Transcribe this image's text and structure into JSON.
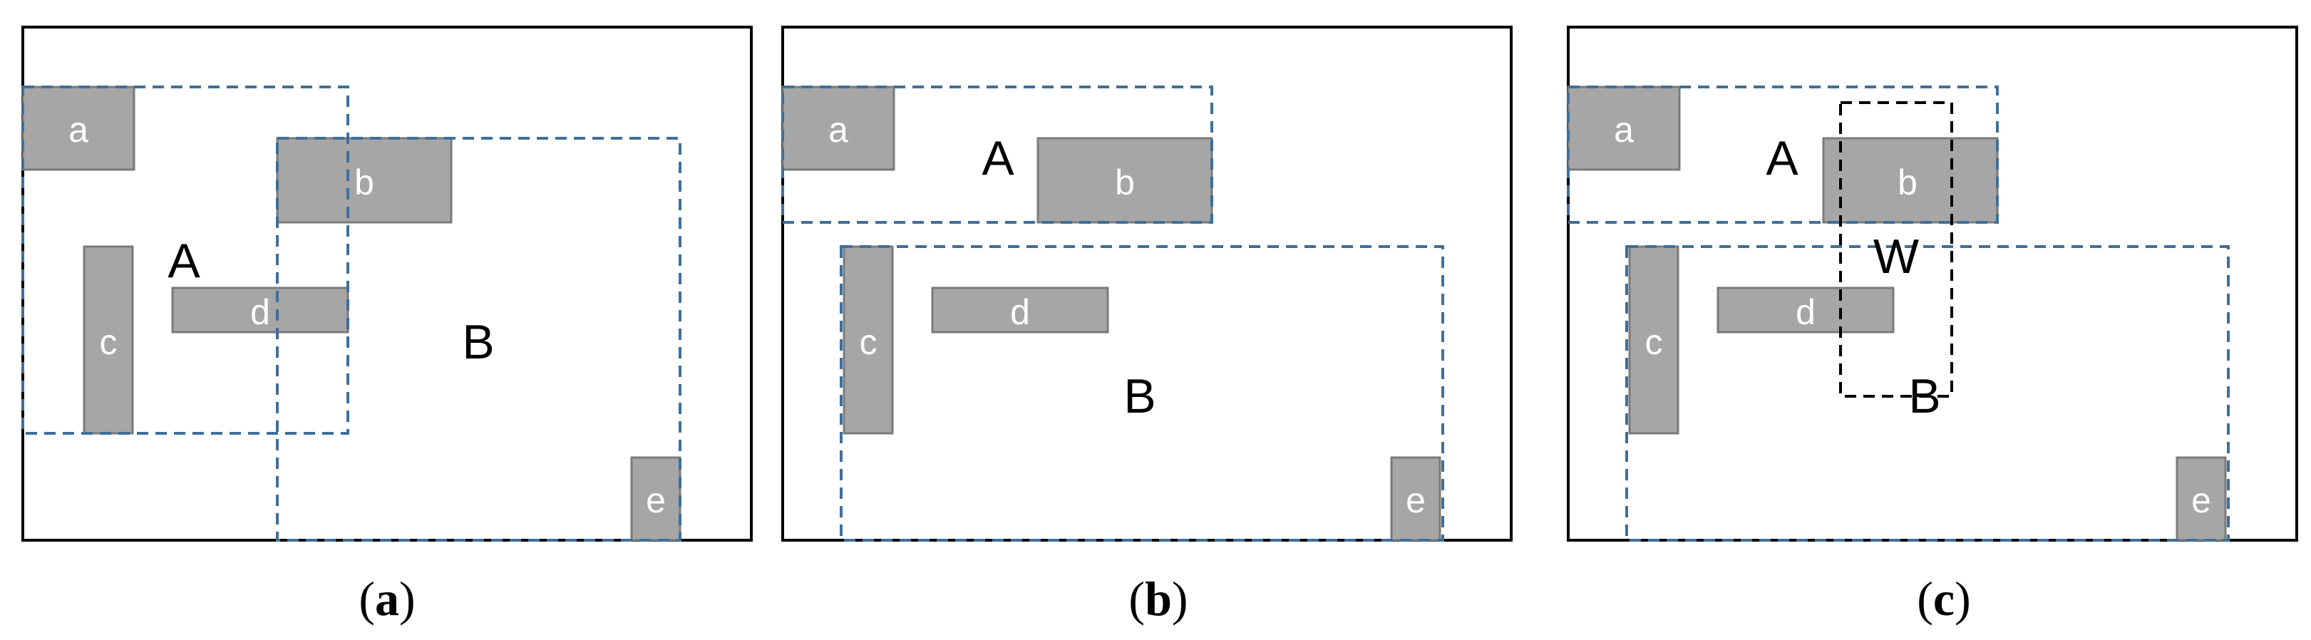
{
  "panels": [
    {
      "caption": {
        "open": "(",
        "letter": "a",
        "close": ")"
      },
      "blocks": {
        "a": "a",
        "b": "b",
        "c": "c",
        "d": "d",
        "e": "e"
      },
      "regions": {
        "A": "A",
        "B": "B"
      }
    },
    {
      "caption": {
        "open": "(",
        "letter": "b",
        "close": ")"
      },
      "blocks": {
        "a": "a",
        "b": "b",
        "c": "c",
        "d": "d",
        "e": "e"
      },
      "regions": {
        "A": "A",
        "B": "B"
      }
    },
    {
      "caption": {
        "open": "(",
        "letter": "c",
        "close": ")"
      },
      "blocks": {
        "a": "a",
        "b": "b",
        "c": "c",
        "d": "d",
        "e": "e"
      },
      "regions": {
        "A": "A",
        "B": "B"
      },
      "window_label": "W"
    }
  ],
  "colors": {
    "block_fill": "#a6a6a6",
    "region_dash": "#3f6f9a",
    "window_dash": "#000000"
  }
}
